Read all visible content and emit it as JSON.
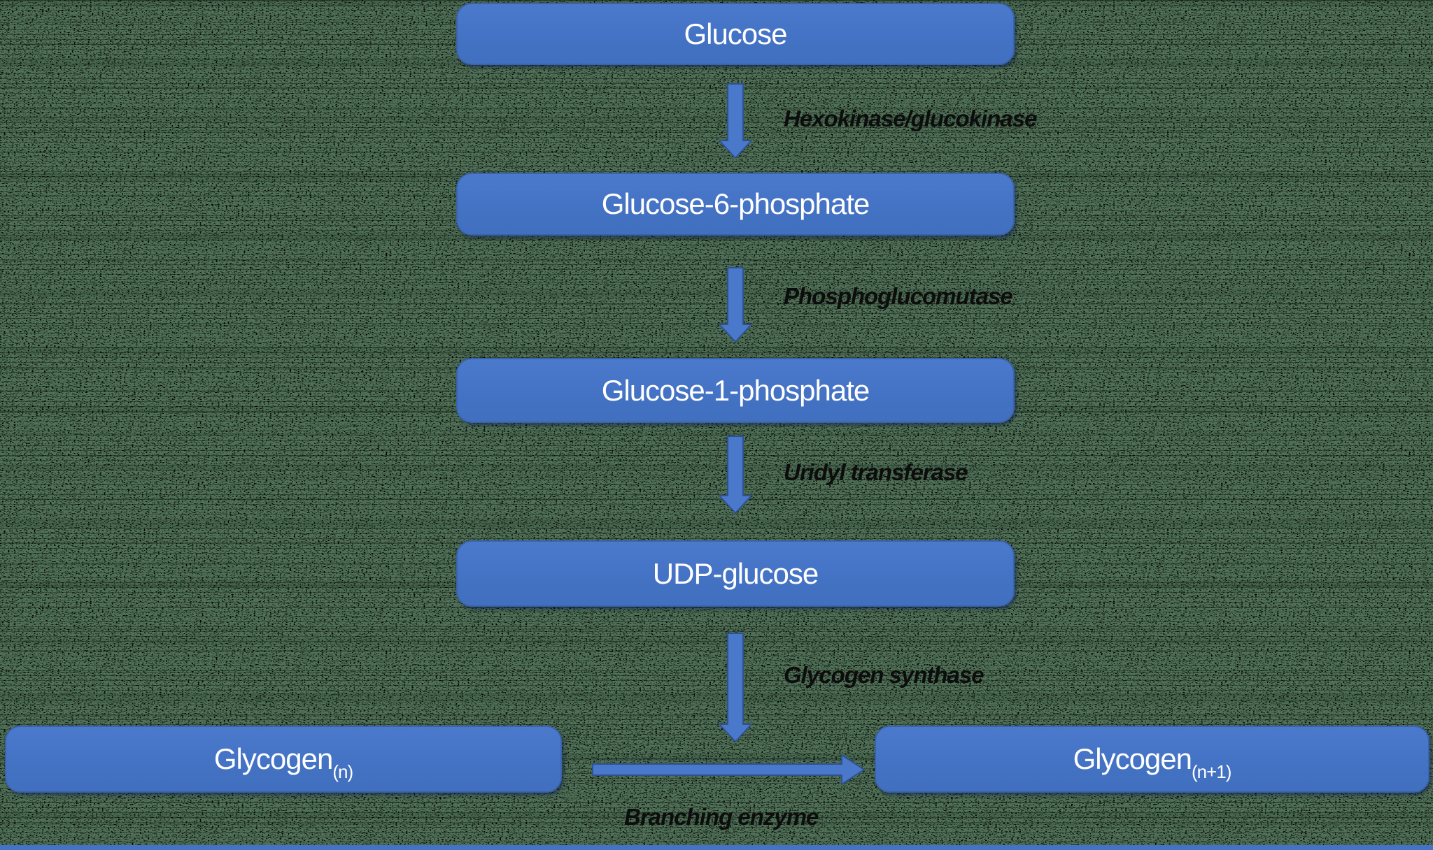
{
  "colors": {
    "box_fill": "#4472C4",
    "box_border": "#3A63AC",
    "box_text": "#FFFFFF",
    "arrow_fill": "#4A78CB",
    "arrow_outline": "#2F528F",
    "enzyme_text": "#0D0D0D",
    "background_green": "#507157",
    "background_speckle": "#000000"
  },
  "nodes": [
    {
      "label": "Glucose",
      "sub": ""
    },
    {
      "label": "Glucose-6-phosphate",
      "sub": ""
    },
    {
      "label": "Glucose-1-phosphate",
      "sub": ""
    },
    {
      "label": "UDP-glucose",
      "sub": ""
    },
    {
      "label": "Glycogen",
      "sub": "(n)"
    },
    {
      "label": "Glycogen",
      "sub": "(n+1)"
    }
  ],
  "enzymes": [
    {
      "label": "Hexokinase/glucokinase"
    },
    {
      "label": "Phosphoglucomutase"
    },
    {
      "label": "Uridyl transferase"
    },
    {
      "label": "Glycogen synthase"
    },
    {
      "label": "Branching enzyme"
    }
  ]
}
